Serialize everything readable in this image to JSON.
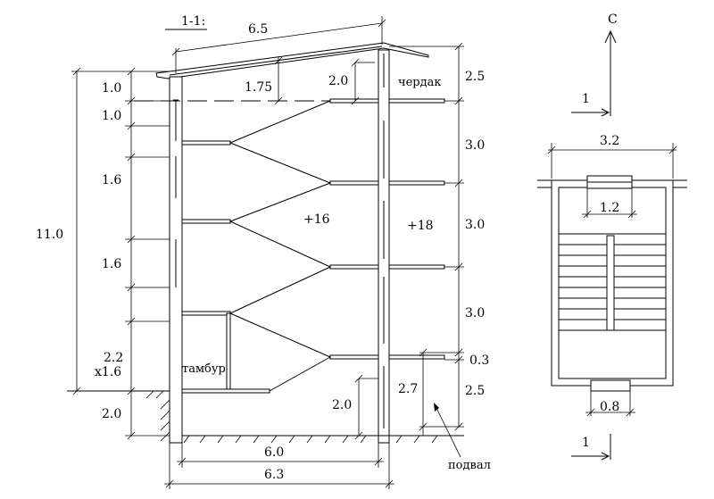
{
  "section": {
    "label": "1-1:",
    "roof_span": "6.5",
    "attic_label": "чердак",
    "vestibule_label": "тамбур",
    "basement_label": "подвал",
    "elev_left_total": "11.0",
    "dims_left": [
      "1.0",
      "1.0",
      "1.6",
      "1.6",
      "2.2",
      "x1.6",
      "2.0"
    ],
    "dims_roof": [
      "1.75",
      "2.0"
    ],
    "dims_right": [
      "2.5",
      "3.0",
      "3.0",
      "3.0",
      "0.3",
      "2.5"
    ],
    "dims_basement": [
      "2.0",
      "2.7"
    ],
    "temps": [
      "+16",
      "+18"
    ],
    "dims_bottom": [
      "6.0",
      "6.3"
    ]
  },
  "plan": {
    "north_label": "С",
    "cut_label_top": "1",
    "cut_label_bottom": "1",
    "width": "3.2",
    "window_width": "1.2",
    "door_width": "0.8"
  }
}
